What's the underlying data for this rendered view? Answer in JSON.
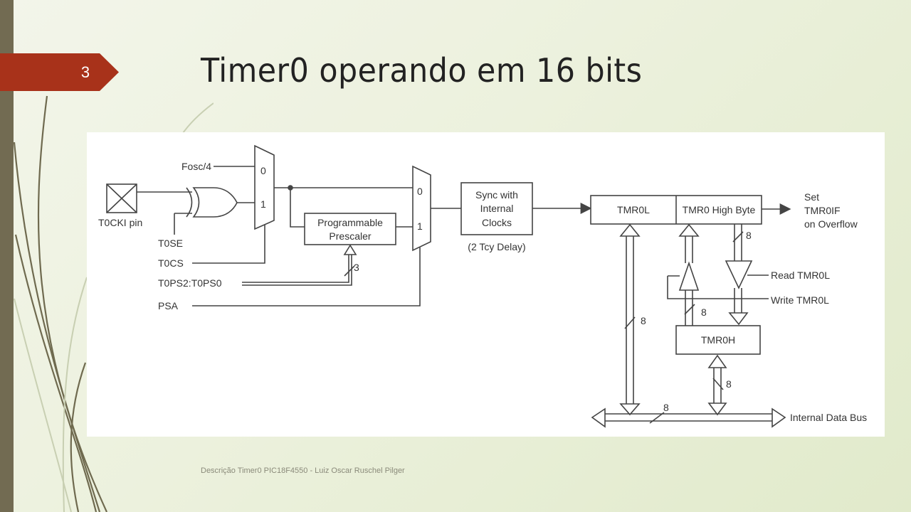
{
  "slide": {
    "number": "3",
    "title": "Timer0 operando em 16 bits",
    "footer": "Descrição Timer0 PIC18F4550 - Luiz Oscar Ruschel Pilger",
    "accent_color": "#a8321a",
    "strip_color": "#726b52"
  },
  "diagram": {
    "inputs": {
      "fosc": "Fosc/4",
      "t0cki": "T0CKI pin",
      "t0se": "T0SE",
      "t0cs": "T0CS",
      "t0ps": "T0PS2:T0PS0",
      "psa": "PSA"
    },
    "mux1": {
      "in0": "0",
      "in1": "1"
    },
    "mux2": {
      "in0": "0",
      "in1": "1"
    },
    "prescaler": {
      "line1": "Programmable",
      "line2": "Prescaler",
      "bus_width": "3"
    },
    "sync": {
      "line1": "Sync with",
      "line2": "Internal",
      "line3": "Clocks",
      "note": "(2 Tcy Delay)"
    },
    "tmr0l": "TMR0L",
    "tmr0_high": "TMR0 High Byte",
    "overflow": {
      "line1": "Set",
      "line2": "TMR0IF",
      "line3": "on Overflow"
    },
    "read_label": "Read TMR0L",
    "write_label": "Write TMR0L",
    "tmr0h": "TMR0H",
    "bus_width": "8",
    "data_bus": "Internal Data Bus"
  }
}
